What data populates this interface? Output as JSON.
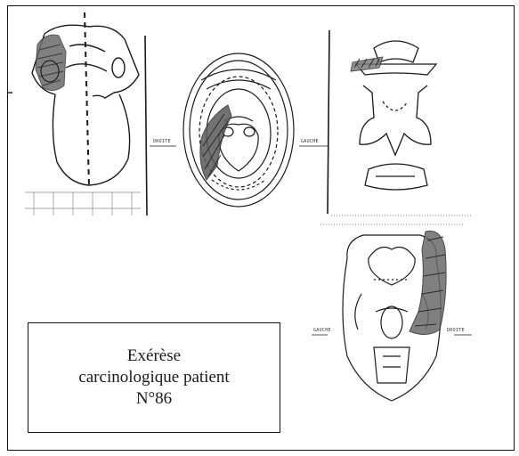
{
  "caption": {
    "line1": "Exérèse",
    "line2": "carcinologique patient",
    "line3": "N°86"
  },
  "labels": {
    "droite": "DROITE",
    "gauche": "GAUCHE"
  },
  "colors": {
    "ink": "#1a1a1a",
    "hatch": "#3a3a3a",
    "paper": "#ffffff"
  }
}
